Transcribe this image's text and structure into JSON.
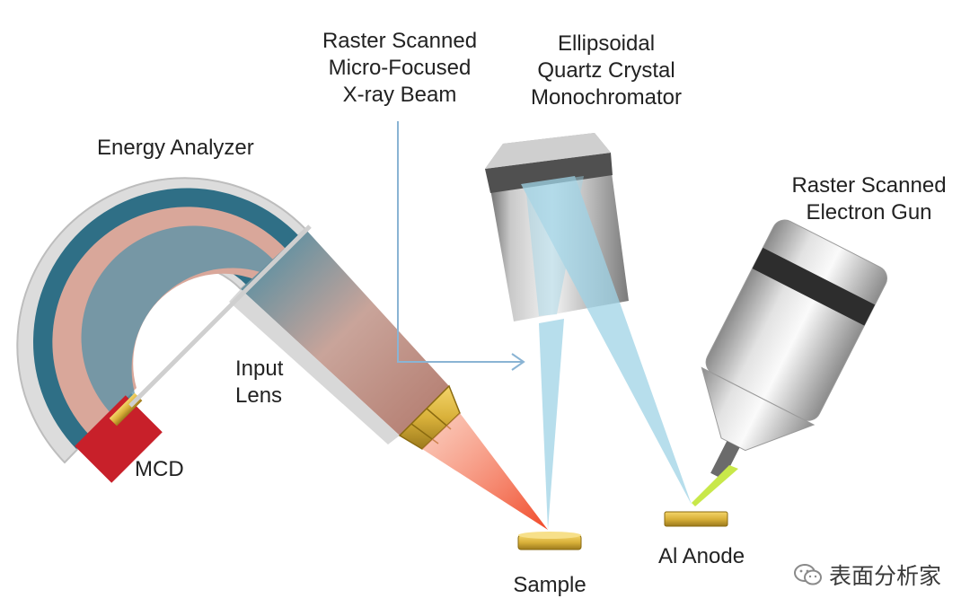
{
  "labels": {
    "xray_beam": [
      "Raster Scanned",
      "Micro-Focused",
      "X-ray Beam"
    ],
    "monochromator": [
      "Ellipsoidal",
      "Quartz Crystal",
      "Monochromator"
    ],
    "analyzer": "Energy Analyzer",
    "electron_gun": [
      "Raster Scanned",
      "Electron Gun"
    ],
    "input_lens": [
      "Input",
      "Lens"
    ],
    "mcd": "MCD",
    "sample": "Sample",
    "anode": "Al Anode"
  },
  "watermark": "表面分析家",
  "colors": {
    "analyzer_outer": "#2f6f86",
    "analyzer_inner": "#d9a79a",
    "beam": "#9fd3e6",
    "photoelectrons": "#f0643c",
    "gold": "#d9b13a",
    "mcd": "#c8202a",
    "arrow": "#8ab4d4",
    "electron_beam": "#c8e84a"
  }
}
